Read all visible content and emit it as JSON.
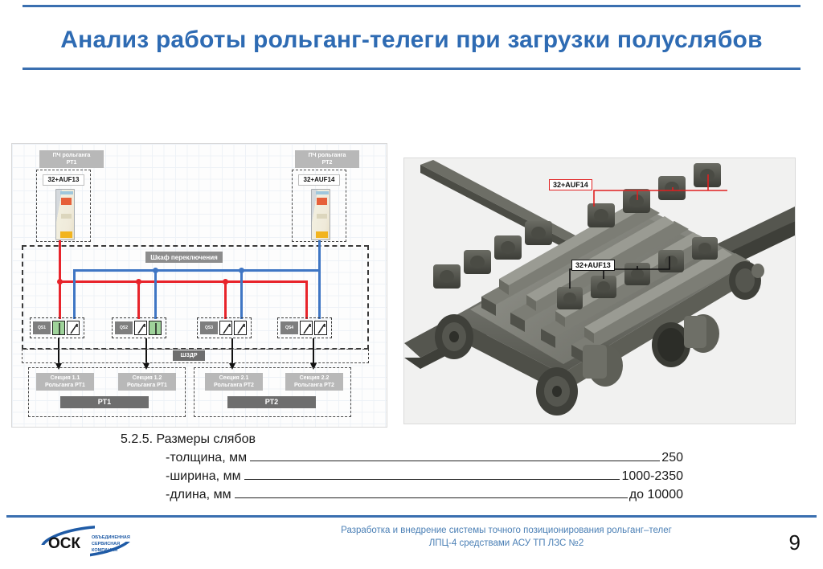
{
  "slide": {
    "title": "Анализ работы рольганг-телеги при загрузки полуслябов",
    "page_number": "9",
    "accent_color": "#3a6fb0",
    "title_color": "#2e6bb3"
  },
  "diagram": {
    "drive_left": {
      "caption": "ПЧ рольганга\nРТ1",
      "caption_line1": "ПЧ рольганга",
      "caption_line2": "РТ1",
      "tag": "32+AUF13"
    },
    "drive_right": {
      "caption_line1": "ПЧ рольганга",
      "caption_line2": "РТ2",
      "tag": "32+AUF14"
    },
    "cabinet_label": "Шкаф переключения",
    "szdr_label": "ШЗДР",
    "switch_groups": [
      {
        "tag": "QS1",
        "states": [
          "closed",
          "open"
        ]
      },
      {
        "tag": "QS2",
        "states": [
          "open",
          "closed"
        ]
      },
      {
        "tag": "QS3",
        "states": [
          "open",
          "open"
        ]
      },
      {
        "tag": "QS4",
        "states": [
          "open",
          "open"
        ]
      }
    ],
    "sections": [
      {
        "line1": "Секция 1.1",
        "line2": "Рольганга РТ1"
      },
      {
        "line1": "Секция 1.2",
        "line2": "Рольганга РТ1"
      },
      {
        "line1": "Секция 2.1",
        "line2": "Рольганга РТ2"
      },
      {
        "line1": "Секция 2.2",
        "line2": "Рольганга РТ2"
      }
    ],
    "roller_tables": [
      {
        "name": "РТ1"
      },
      {
        "name": "РТ2"
      }
    ],
    "wire_colors": {
      "red": "#e8242b",
      "blue": "#3f76c4"
    }
  },
  "photo": {
    "callout_top": "32+AUF14",
    "callout_bottom": "32+AUF13",
    "callout_top_color": "#e02020",
    "callout_bottom_color": "#111111"
  },
  "spec": {
    "heading": "5.2.5. Размеры слябов",
    "rows": [
      {
        "label": "-толщина, мм",
        "value": "250"
      },
      {
        "label": "-ширина, мм",
        "value": "1000-2350"
      },
      {
        "label": "-длина, мм",
        "value": "до 10000"
      }
    ]
  },
  "footer": {
    "logo_text": "ОСК",
    "logo_sub_line1": "ОБЪЕДИНЕННАЯ",
    "logo_sub_line2": "СЕРВИСНАЯ",
    "logo_sub_line3": "КОМПАНИЯ",
    "text_line1": "Разработка и внедрение системы точного позиционирования рольганг–телег",
    "text_line2": "ЛПЦ-4 средствами АСУ ТП ЛЗС №2"
  }
}
